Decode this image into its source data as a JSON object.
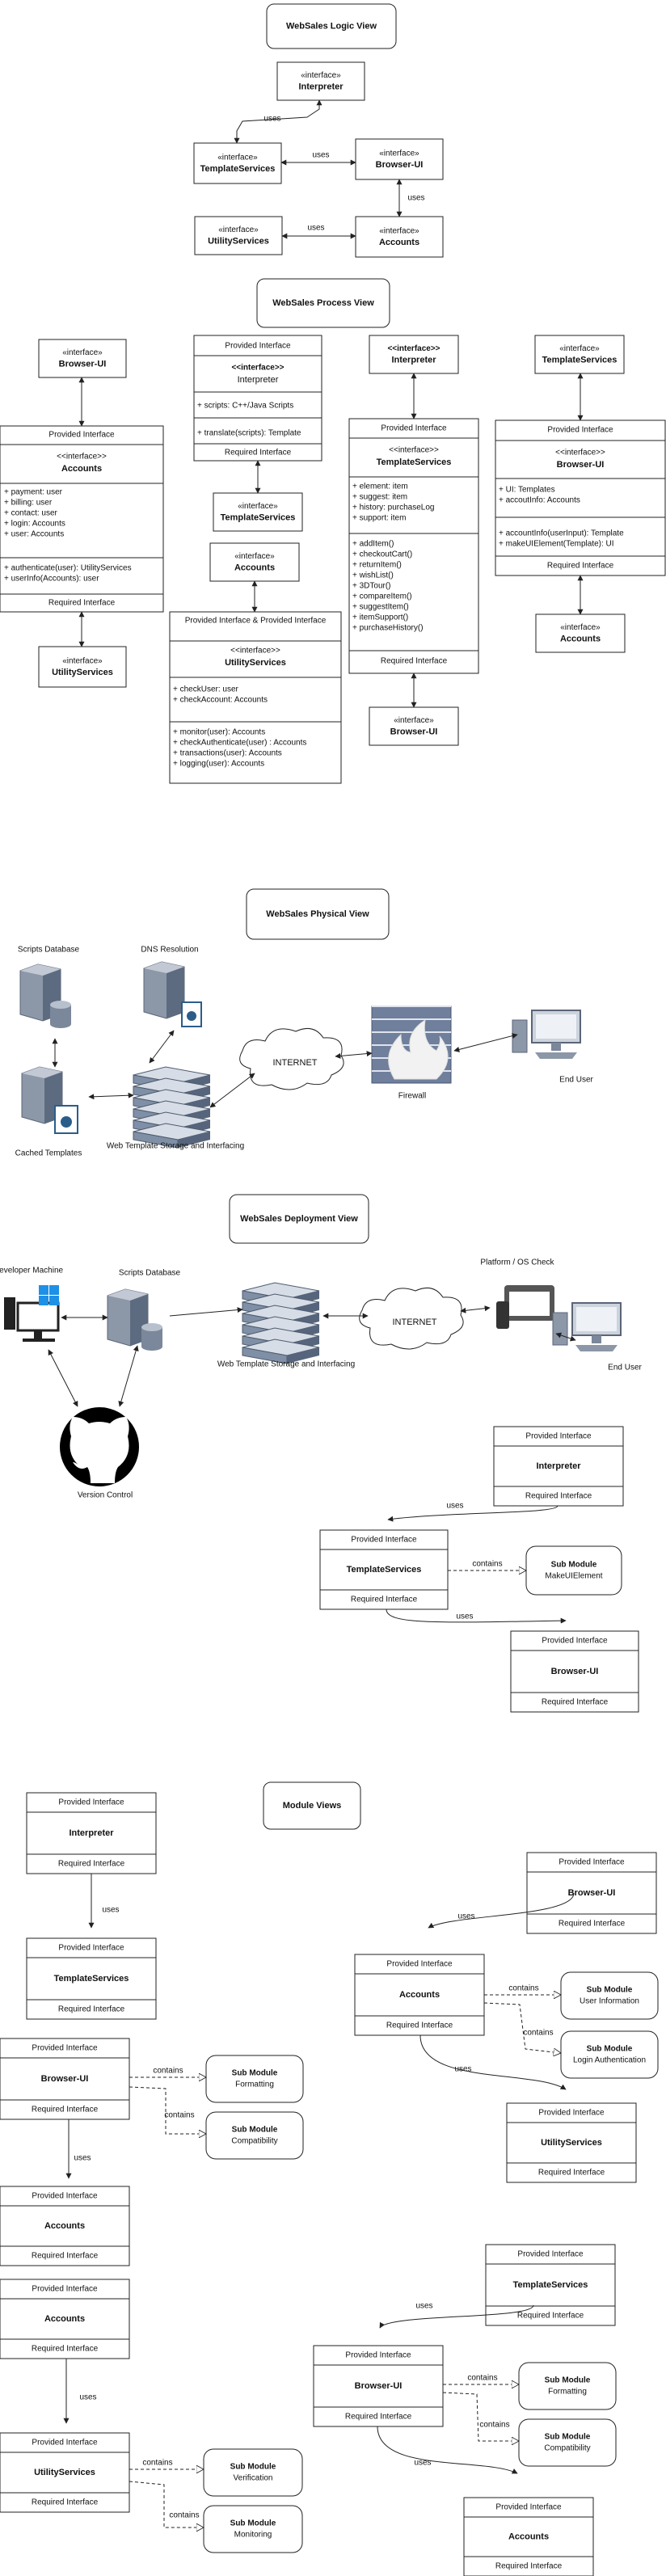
{
  "titles": {
    "logic": "WebSales Logic View",
    "process": "WebSales Process View",
    "physical": "WebSales Physical View",
    "deployment": "WebSales Deployment View",
    "modules": "Module Views"
  },
  "common": {
    "provided": "Provided Interface",
    "required": "Required Interface",
    "iface": "«interface»",
    "iface_alt": "<<interface>>",
    "uses": "uses",
    "contains": "contains",
    "sub_module": "Sub Module",
    "provided_required": "Provided Interface & Provided Interface"
  },
  "names": {
    "interpreter": "Interpreter",
    "template_services": "TemplateServices",
    "browser_ui": "Browser-UI",
    "utility_services": "UtilityServices",
    "accounts": "Accounts"
  },
  "process": {
    "interpreter_attrs": [
      "+ scripts: C++/Java Scripts"
    ],
    "interpreter_ops": [
      "+ translate(scripts): Template"
    ],
    "accounts_attrs": [
      "+ payment: user",
      "+ billing: user",
      "+ contact: user",
      "+ login: Accounts",
      "+ user: Accounts"
    ],
    "accounts_ops": [
      "+ authenticate(user): UtilityServices",
      "+ userInfo(Accounts): user"
    ],
    "ts_attrs": [
      "+ element: item",
      "+ suggest: item",
      "+ history: purchaseLog",
      "+ support: item"
    ],
    "ts_ops": [
      "+ addItem()",
      "+ checkoutCart()",
      "+ returnItem()",
      "+ wishList()",
      "+ 3DTour()",
      "+ compareItem()",
      "+ suggestItem()",
      "+ itemSupport()",
      "+ purchaseHistory()"
    ],
    "util_attrs": [
      "+ checkUser: user",
      "+ checkAccount: Accounts"
    ],
    "util_ops": [
      "+ monitor(user): Accounts",
      "+ checkAuthenticate(user) : Accounts",
      "+ transactions(user): Accounts",
      "+ logging(user): Accounts"
    ],
    "bui_attrs": [
      "+ UI: Templates",
      "+ accoutInfo: Accounts"
    ],
    "bui_ops": [
      "+ accountInfo(userInput): Template",
      "+ makeUIElement(Template): UI"
    ]
  },
  "physical": {
    "scripts_db": "Scripts Database",
    "dns": "DNS Resolution",
    "cached": "Cached Templates",
    "internet": "INTERNET",
    "firewall": "Firewall",
    "end_user": "End User",
    "web_template": "Web Template Storage and Interfacing"
  },
  "deployment": {
    "developer": "Developer Machine",
    "scripts_db": "Scripts Database",
    "platform": "Platform / OS Check",
    "internet": "INTERNET",
    "end_user": "End User",
    "web_template": "Web Template Storage and Interfacing",
    "version_control": "Version Control"
  },
  "submodules": {
    "make_ui": "MakeUIElement",
    "user_info": "User Information",
    "login_auth": "Login Authentication",
    "formatting": "Formatting",
    "compatibility": "Compatibility",
    "verification": "Verification",
    "monitoring": "Monitoring"
  },
  "colors": {
    "line": "#222222",
    "box_fill": "#ffffff",
    "server": "#7f8fa6",
    "server_dark": "#4e5b6e",
    "rack": "#6d7f99",
    "firewall": "#5f6f8f",
    "flame": "#eaeaea",
    "github": "#000000",
    "monitor": "#2b7bb9"
  }
}
